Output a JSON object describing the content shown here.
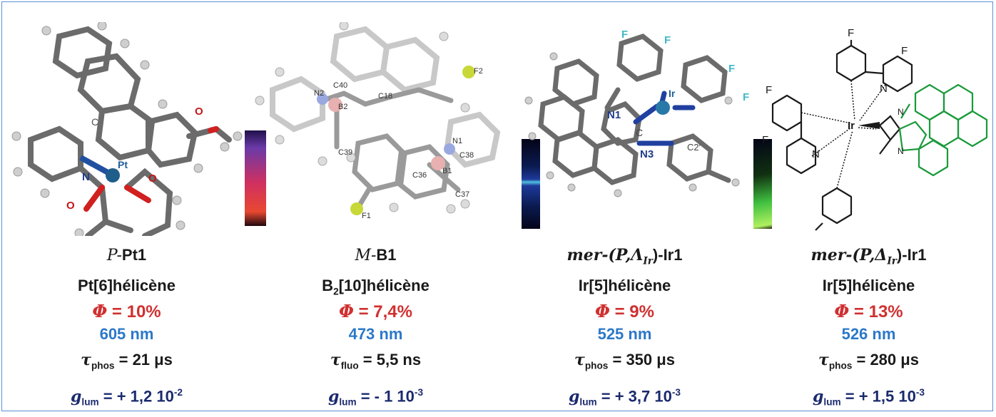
{
  "panels": [
    {
      "name_prefix": "P-",
      "name_bold": "Pt1",
      "name_sub": "",
      "type_main": "Pt[6]hélicène",
      "type_sub": "",
      "type_tail": "",
      "phi_symbol": "Φ",
      "phi_value": " = 10%",
      "wavelength": "605 nm",
      "tau_symbol": "τ",
      "tau_sub": "phos",
      "tau_value": " = 21 μs",
      "g_symbol": "g",
      "g_sub": "lum",
      "g_value": " = + 1,2 10",
      "g_exp": "-2",
      "atoms": [
        "C",
        "N",
        "Pt",
        "O",
        "O",
        "O"
      ]
    },
    {
      "name_prefix": "M-",
      "name_bold": "B1",
      "name_sub": "",
      "type_main": "B",
      "type_sub": "2",
      "type_tail": "[10]hélicène",
      "phi_symbol": "Φ",
      "phi_value": " = 7,4%",
      "wavelength": "473 nm",
      "tau_symbol": "τ",
      "tau_sub": "fluo",
      "tau_value": " = 5,5 ns",
      "g_symbol": "g",
      "g_sub": "lum",
      "g_value": " = - 1 10",
      "g_exp": "-3",
      "atoms": [
        "F2",
        "N2",
        "B2",
        "C40",
        "C18",
        "C39",
        "N1",
        "C38",
        "C36",
        "B1",
        "C37",
        "F1"
      ]
    },
    {
      "name_prefix": "mer-(P,",
      "name_bold": "Λ",
      "name_sub": "Ir",
      "name_tail": ")-Ir1",
      "type_main": "Ir[5]hélicène",
      "type_sub": "",
      "type_tail": "",
      "phi_symbol": "Φ",
      "phi_value": " = 9%",
      "wavelength": "525 nm",
      "tau_symbol": "τ",
      "tau_sub": "phos",
      "tau_value": " = 350 μs",
      "g_symbol": "g",
      "g_sub": "lum",
      "g_value": " = + 3,7 10",
      "g_exp": "-3",
      "atoms": [
        "F",
        "F",
        "F",
        "F",
        "Ir",
        "N1",
        "C",
        "N3",
        "C2′"
      ]
    },
    {
      "name_prefix": "mer-(P,",
      "name_bold": "Δ",
      "name_sub": "Ir",
      "name_tail": ")-Ir1",
      "type_main": "Ir[5]hélicène",
      "type_sub": "",
      "type_tail": "",
      "phi_symbol": "Φ",
      "phi_value": " = 13%",
      "wavelength": "526 nm",
      "tau_symbol": "τ",
      "tau_sub": "phos",
      "tau_value": " = 280 μs",
      "g_symbol": "g",
      "g_sub": "lum",
      "g_value": " = + 1,5 10",
      "g_exp": "-3",
      "atoms": [
        "F",
        "F",
        "F",
        "F",
        "Ir",
        "N",
        "N",
        "N",
        "N"
      ]
    }
  ],
  "colors": {
    "phi": "#d03030",
    "wavelength": "#2c78c8",
    "g": "#1b2a6e",
    "frame": "#5b8fd6",
    "helix_green": "#1a9a3a"
  }
}
